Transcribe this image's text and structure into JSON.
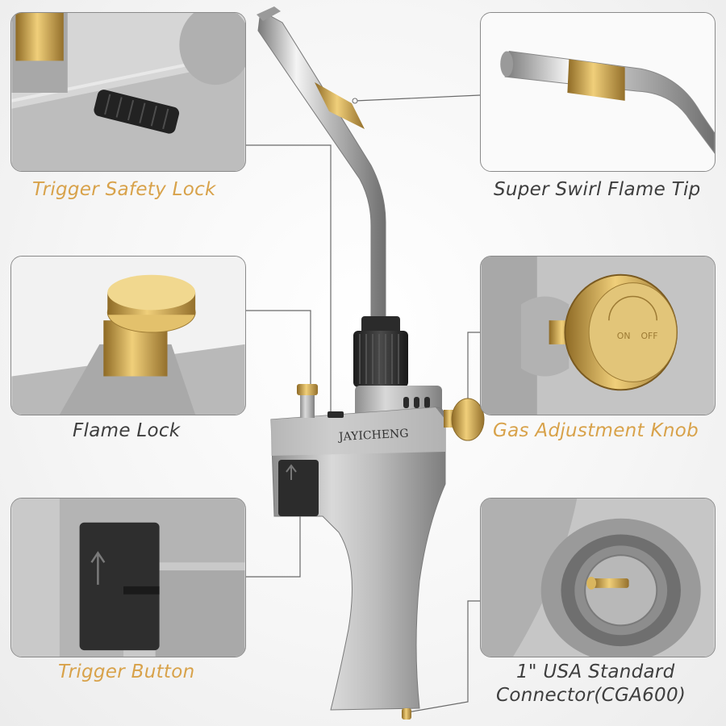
{
  "callouts": {
    "trigger_safety_lock": "Trigger Safety Lock",
    "super_swirl_flame_tip": "Super Swirl Flame Tip",
    "flame_lock": "Flame Lock",
    "gas_adjustment_knob": "Gas Adjustment Knob",
    "trigger_button": "Trigger Button",
    "connector_line1": "1\" USA Standard",
    "connector_line2": "Connector(CGA600)"
  },
  "brand": "JAYICHENG",
  "knob_labels": {
    "on": "ON",
    "off": "OFF"
  },
  "colors": {
    "caption_gold": "#d8a24a",
    "caption_dark": "#3e3e3e",
    "brass": "#c9a24e",
    "metal": "#b8b8b8"
  },
  "icons": {
    "trigger_arrow": "arrow-up-icon"
  }
}
